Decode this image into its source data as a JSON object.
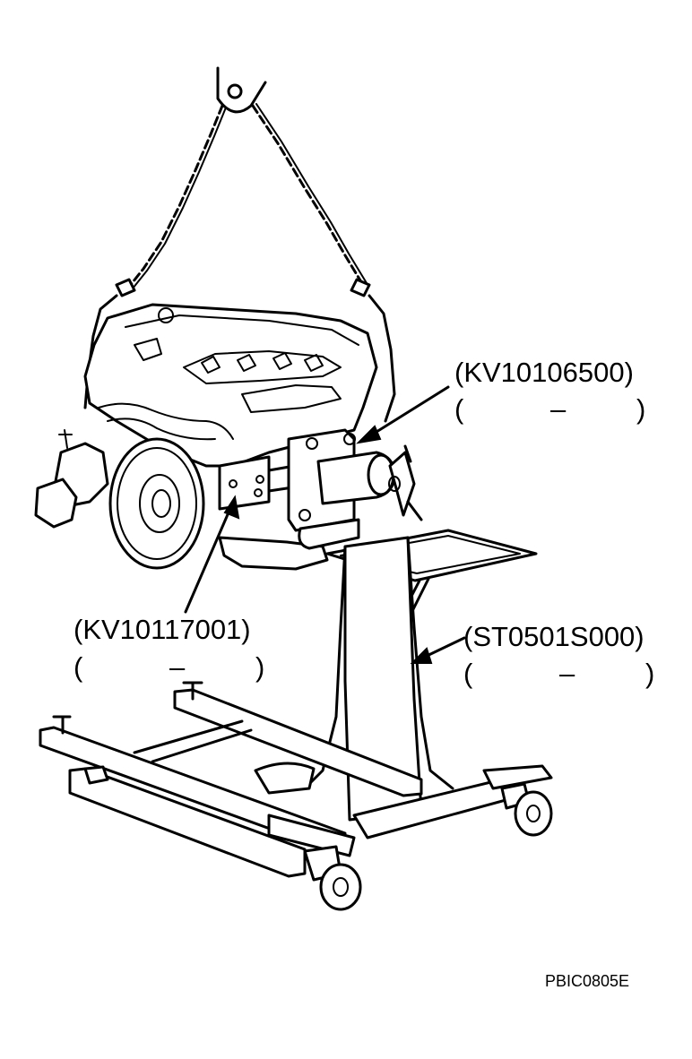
{
  "callouts": [
    {
      "id": "KV10106500",
      "code": "(KV10106500)",
      "open": "(",
      "dash": "–",
      "close": ")"
    },
    {
      "id": "KV10117001",
      "code": "(KV10117001)",
      "open": "(",
      "dash": "–",
      "close": ")"
    },
    {
      "id": "ST0501S000",
      "code": "(ST0501S000)",
      "open": "(",
      "dash": "–",
      "close": ")"
    }
  ],
  "figure_id": "PBIC0805E"
}
